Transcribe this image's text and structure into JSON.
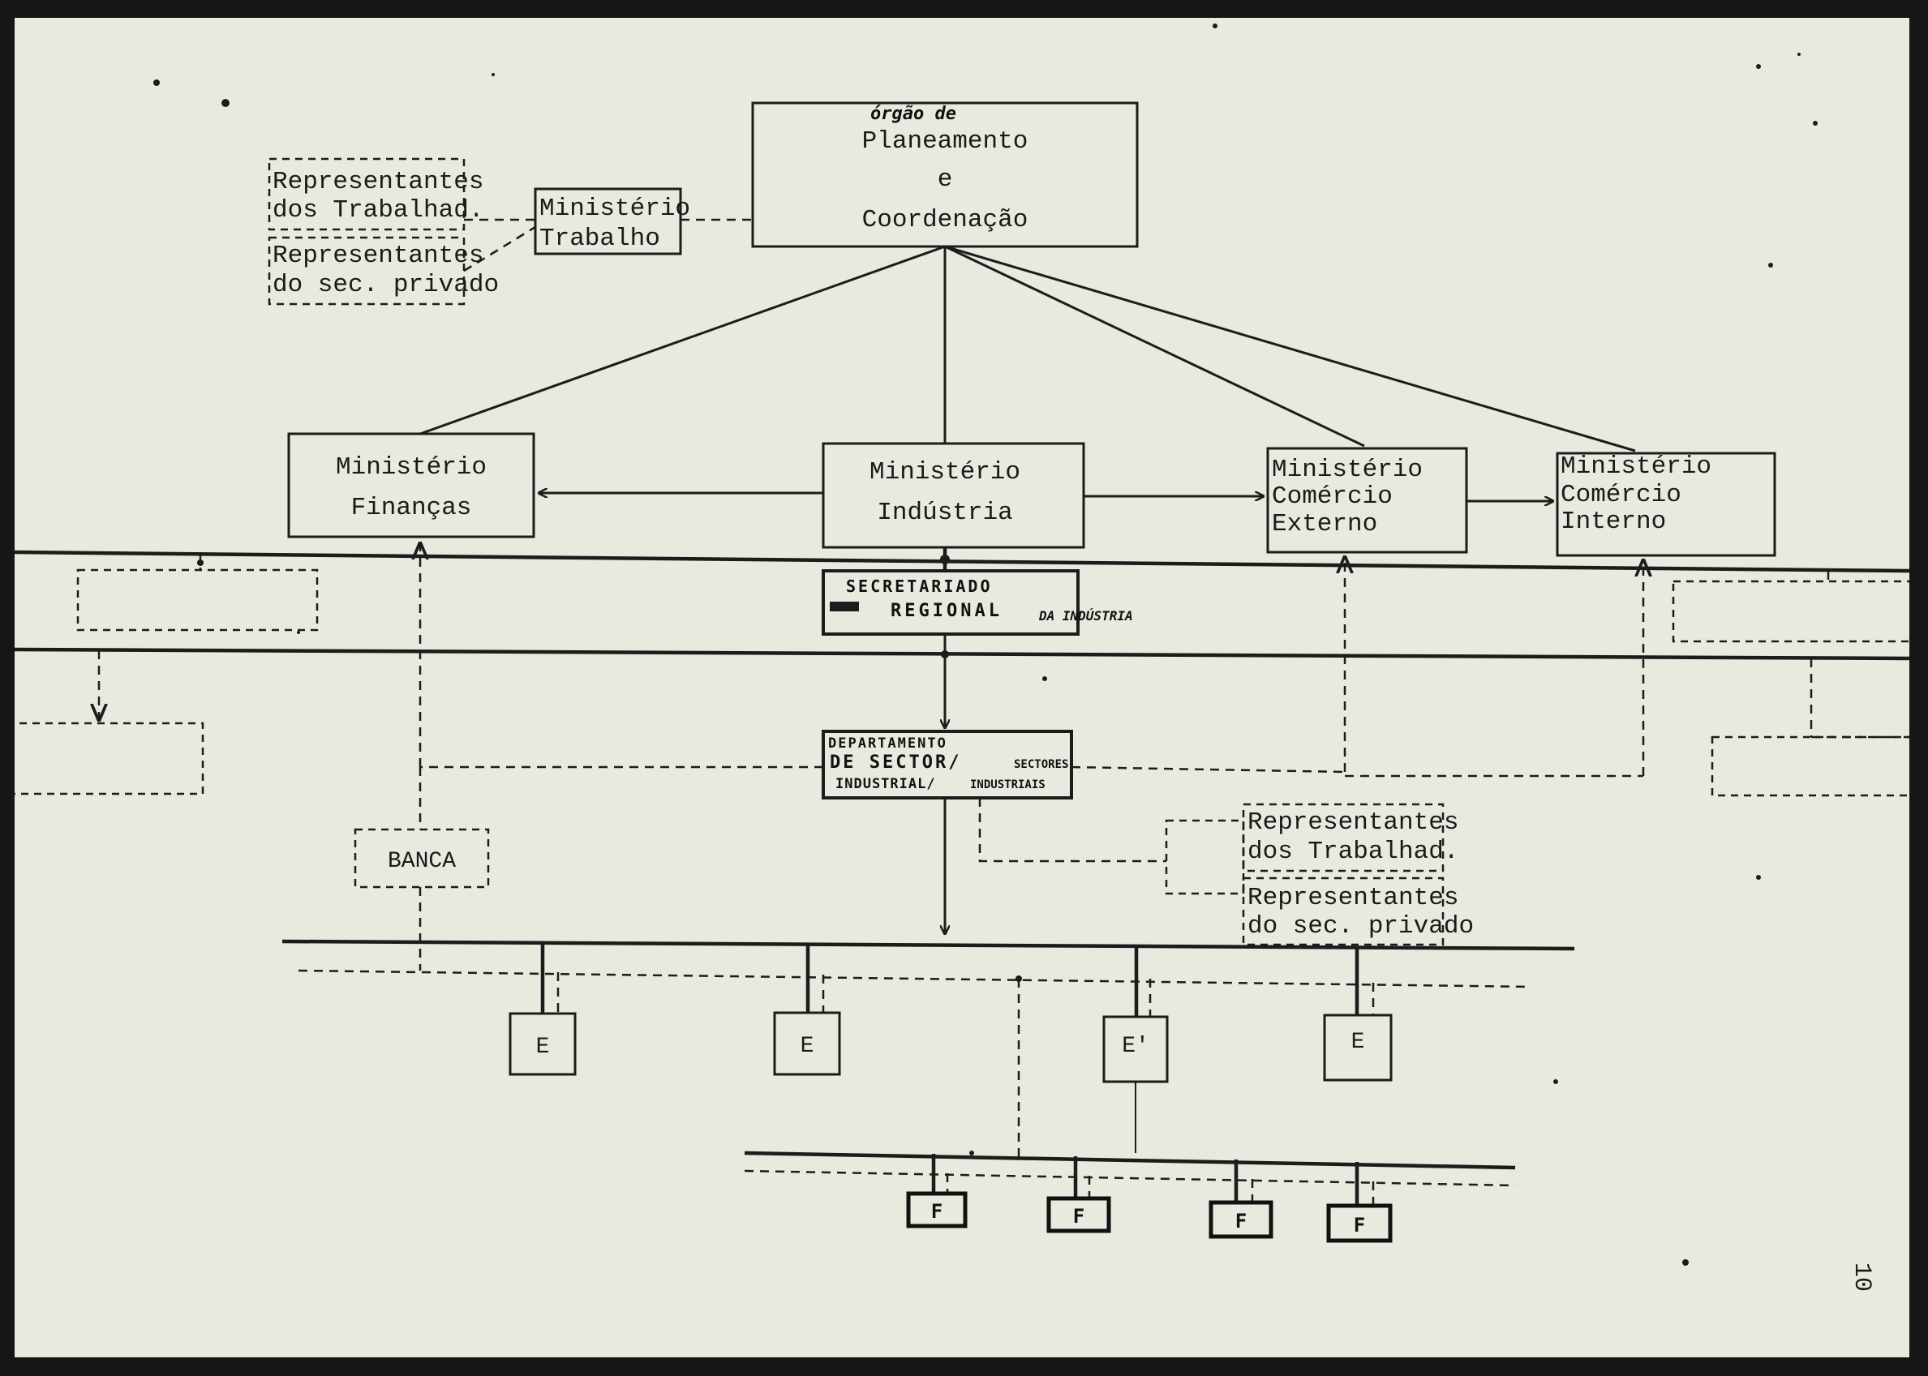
{
  "nodes": {
    "planning": {
      "annotation": "órgão de",
      "line1": "Planeamento",
      "line2": "e",
      "line3": "Coordenação"
    },
    "min_trabalho": {
      "line1": "Ministério",
      "line2": "Trabalho"
    },
    "rep_trab_top": {
      "line1": "Representantes",
      "line2": "dos Trabalhad."
    },
    "rep_priv_top": {
      "line1": "Representantes",
      "line2": "do sec. privado"
    },
    "min_financas": {
      "line1": "Ministério",
      "line2": "Finanças"
    },
    "min_industria": {
      "line1": "Ministério",
      "line2": "Indústria"
    },
    "min_com_ext": {
      "line1": "Ministério",
      "line2": "Comércio",
      "line3": "Externo"
    },
    "min_com_int": {
      "line1": "Ministério",
      "line2": "Comércio",
      "line3": "Interno"
    },
    "secretariado": {
      "line1": "SECRETARIADO",
      "line2": "REGIONAL",
      "line2b": "DA INDÚSTRIA"
    },
    "departamento": {
      "line1": "DEPARTAMENTO",
      "line2": "DE SECTOR/",
      "line2b": "SECTORES",
      "line3": "INDUSTRIAL/",
      "line3b": "INDUSTRIAIS"
    },
    "banca": {
      "label": "BANCA"
    },
    "rep_trab_bottom": {
      "line1": "Representantes",
      "line2": "dos Trabalhad."
    },
    "rep_priv_bottom": {
      "line1": "Representantes",
      "line2": "do sec. privado"
    },
    "enterprises": [
      "E",
      "E",
      "E'",
      "E"
    ],
    "factories": [
      "F",
      "F",
      "F",
      "F"
    ]
  },
  "page_number": "10"
}
